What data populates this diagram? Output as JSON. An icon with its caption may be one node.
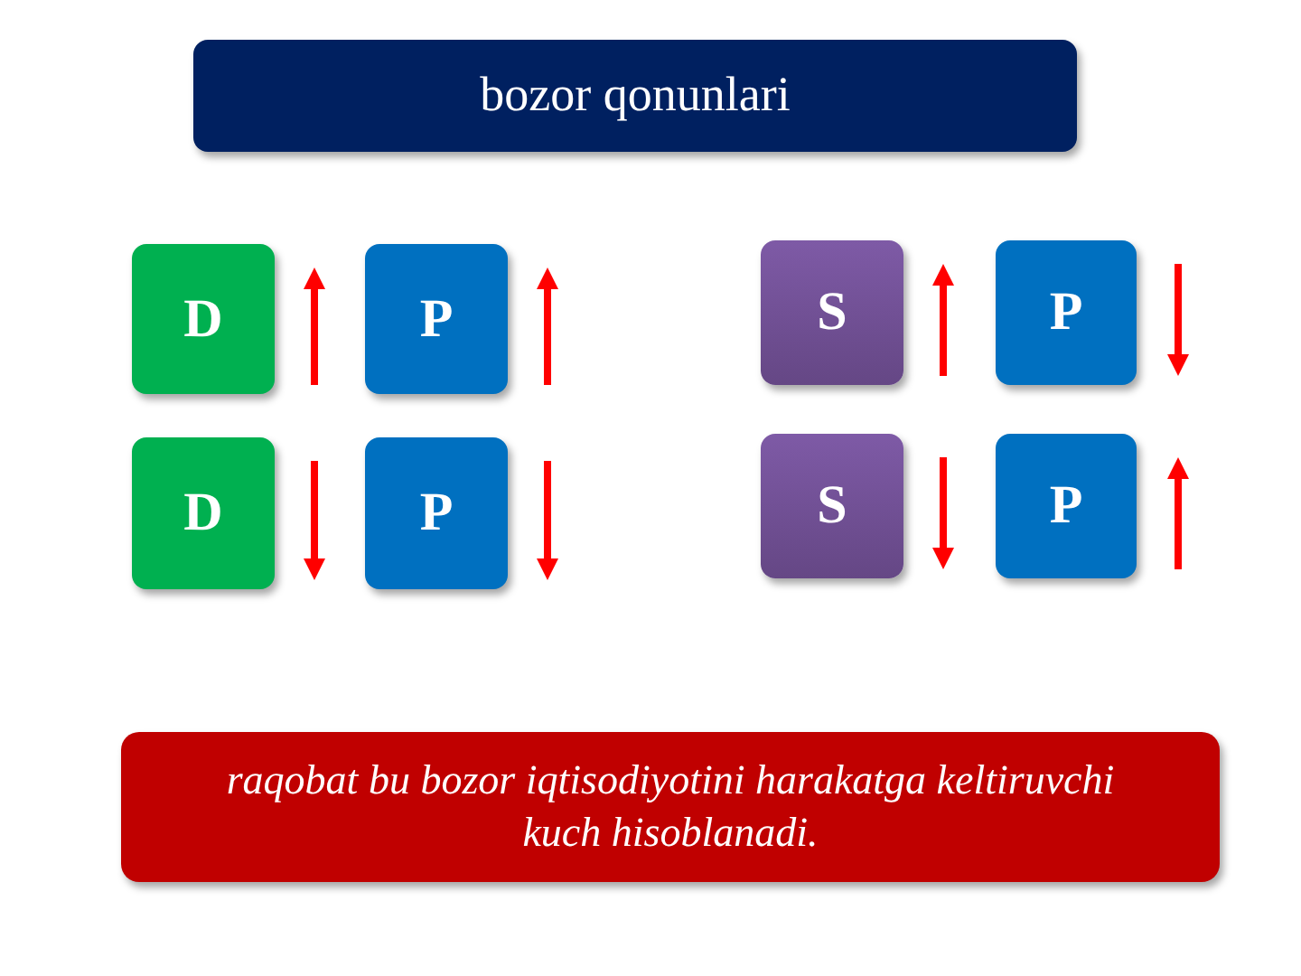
{
  "diagram": {
    "nodes": [
      {
        "text": [
          "bozor qonunlari"
        ]
      },
      {
        "text": [
          "D"
        ]
      },
      {
        "text": [
          "P"
        ]
      },
      {
        "text": [
          "S"
        ]
      },
      {
        "text": [
          "P"
        ]
      },
      {
        "text": [
          "D"
        ]
      },
      {
        "text": [
          "P"
        ]
      },
      {
        "text": [
          "S"
        ]
      },
      {
        "text": [
          "P"
        ]
      },
      {
        "text": [
          "raqobat bu bozor iqtisodiyotini harakatga keltiruvchi kuch hisoblanadi."
        ]
      }
    ]
  }
}
